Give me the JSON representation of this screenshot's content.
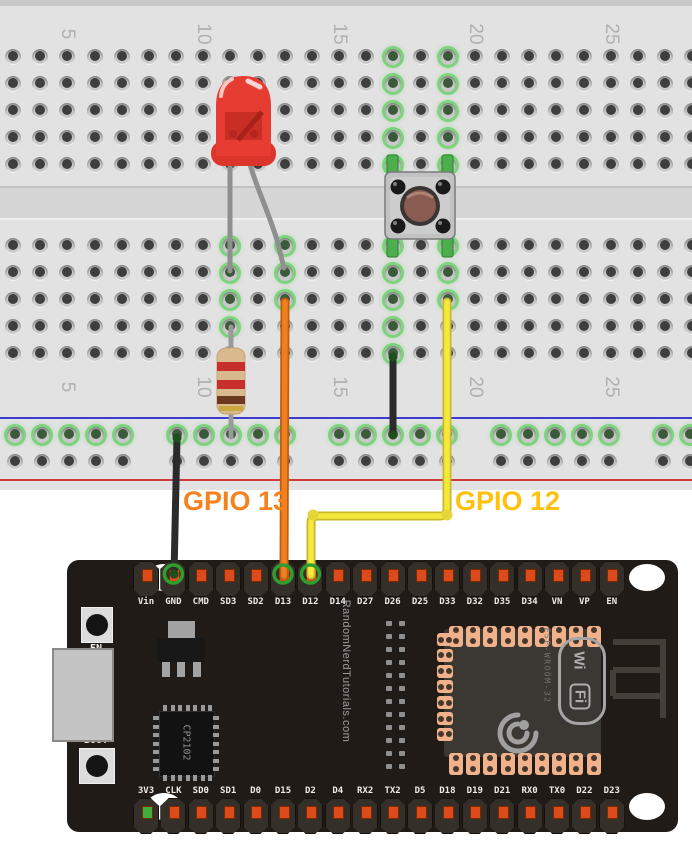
{
  "annotations": {
    "gpio13": {
      "text": "GPIO 13",
      "color": "#F5821F"
    },
    "gpio12": {
      "text": "GPIO 12",
      "color": "#FFC10D"
    }
  },
  "breadboard": {
    "column_labels": [
      "5",
      "10",
      "15",
      "20",
      "25"
    ],
    "rail_line_blue": "#3C3CCE",
    "rail_line_red": "#CE3C3C",
    "highlight_color": "#76D176",
    "highlighted": {
      "top_columns": [
        14,
        16
      ],
      "bottom_columns": [
        {
          "col": 8,
          "rows": [
            0,
            1,
            2,
            3
          ]
        },
        {
          "col": 10,
          "rows": [
            0,
            1,
            2
          ]
        },
        {
          "col": 14,
          "rows": [
            0,
            1,
            2,
            3,
            4
          ]
        },
        {
          "col": 16,
          "rows": [
            0,
            1,
            2
          ]
        }
      ],
      "ground_rail_row": "all"
    }
  },
  "components": {
    "led": {
      "body_color": "#E63C31",
      "flange_color": "#DC362C",
      "leg_color": "#8F8F8F"
    },
    "resistor": {
      "body_color": "#D9B98E",
      "bands": [
        "#C62F2C",
        "#C62F2C",
        "#6B3A21",
        "#C9A93F"
      ],
      "lead_color": "#9A9A9A"
    },
    "pushbutton": {
      "body_color": "#C2C2C2",
      "cap_color": "#8A5B51",
      "pin_color": "#4CAE4C"
    },
    "wires": [
      {
        "name": "rail-jumper-wire",
        "color": "#2B2B2B"
      },
      {
        "name": "gnd-wire",
        "color": "#2B2B2B",
        "to_pin": "GND"
      },
      {
        "name": "gpio13-wire",
        "color": "#EF7F1F",
        "to_pin": "D13"
      },
      {
        "name": "gpio12-wire",
        "color": "#F5E93E",
        "to_pin": "D12"
      }
    ]
  },
  "esp32": {
    "board_color": "#211B18",
    "top_pins": [
      "Vin",
      "GND",
      "CMD",
      "SD3",
      "SD2",
      "D13",
      "D12",
      "D14",
      "D27",
      "D26",
      "D25",
      "D33",
      "D32",
      "D35",
      "D34",
      "VN",
      "VP",
      "EN"
    ],
    "bottom_pins": [
      "3V3",
      "CLK",
      "SD0",
      "SD1",
      "D0",
      "D15",
      "D2",
      "D4",
      "RX2",
      "TX2",
      "D5",
      "D18",
      "D19",
      "D21",
      "RX0",
      "TX0",
      "D22",
      "D23"
    ],
    "pin_dot_color": "#DD4A1B",
    "pin_3v3_dot_color": "#3FAE3F",
    "connected_pins": [
      "GND",
      "D13",
      "D12"
    ],
    "en_button_label": "EN",
    "boot_button_label": "BOOT",
    "usb_bridge_chip": "CP2102",
    "module_label": "ESP-WROOM-32",
    "wifi_logo": {
      "wi": "Wi",
      "fi": "Fi"
    },
    "silkscreen": "RandomNerdTutorials.com"
  }
}
